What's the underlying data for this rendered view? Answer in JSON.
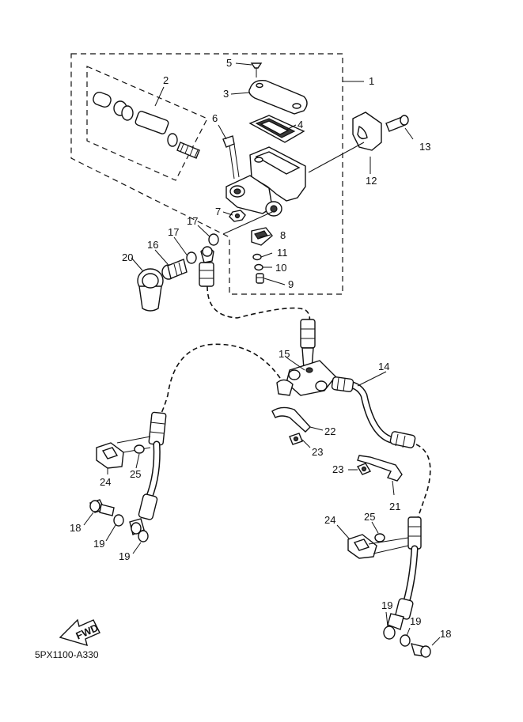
{
  "drawing_code": "5PX1100-A330",
  "fwd_label": "FWD",
  "callouts": {
    "c1": "1",
    "c2": "2",
    "c3": "3",
    "c4": "4",
    "c5": "5",
    "c6": "6",
    "c7": "7",
    "c8": "8",
    "c9": "9",
    "c10": "10",
    "c11": "11",
    "c12": "12",
    "c13": "13",
    "c14": "14",
    "c15": "15",
    "c16": "16",
    "c17": "17",
    "c18a": "18",
    "c18b": "18",
    "c19a": "19",
    "c19b": "19",
    "c19c": "19",
    "c19d": "19",
    "c20": "20",
    "c21": "21",
    "c22": "22",
    "c23a": "23",
    "c23b": "23",
    "c24a": "24",
    "c24b": "24",
    "c25a": "25",
    "c25b": "25"
  }
}
